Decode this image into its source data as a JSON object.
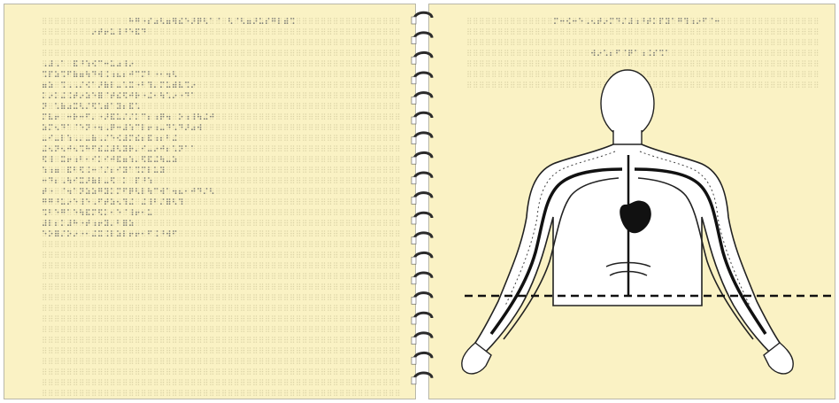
{
  "page": {
    "background": "#ffffff",
    "paper_color": "#faf2c4",
    "dot_color": "#d9d1a4",
    "embossed_dot_color": "#7a7a72"
  },
  "left_page": {
    "title_line": "braille-title-header",
    "subtitle_line": "braille-subtitle",
    "content_rows": 15
  },
  "right_page": {
    "title_line": "braille-title-header",
    "subtitle_line": "braille-subtitle",
    "figure": "human-upper-body-circulatory-system",
    "dashed_line": true
  },
  "binding": {
    "type": "spiral",
    "rings": 19,
    "ring_color": "#2b2b2b"
  }
}
